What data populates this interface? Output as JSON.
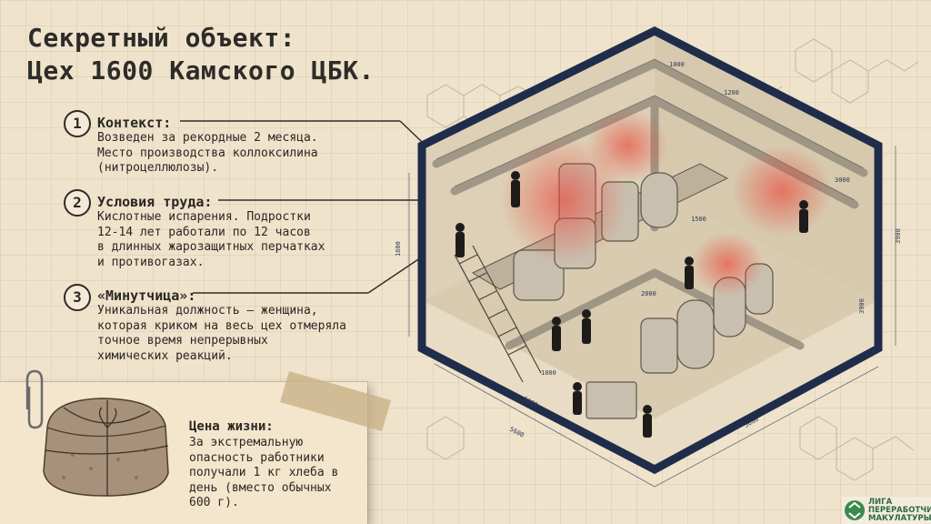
{
  "title": {
    "line1": "Секретный объект:",
    "line2": "Цех 1600 Камского ЦБК."
  },
  "sections": [
    {
      "number": "1",
      "heading": "Контекст:",
      "text": "Возведен за рекордные 2 месяца.\nМесто производства коллоксилина\n(нитроцеллюлозы)."
    },
    {
      "number": "2",
      "heading": "Условия труда:",
      "text": "Кислотные испарения. Подростки\n12-14 лет работали по 12 часов\nв длинных жарозащитных перчатках\nи противогазах."
    },
    {
      "number": "3",
      "heading": "«Минутчица»:",
      "text": "Уникальная должность — женщина,\nкоторая криком на весь цех отмеряла\nточное время непрерывных\nхимических реакций."
    }
  ],
  "note": {
    "heading": "Цена жизни:",
    "text": "За экстремальную\nопасность работники\nполучали 1 кг хлеба в\nдень (вместо обычных\n600 г)."
  },
  "logo": {
    "text": "ЛИГА\nПЕРЕРАБОТЧИКОВ\nМАКУЛАТУРЫ"
  },
  "dimensions": {
    "d1": "1600",
    "d2": "1000",
    "d3": "5600",
    "d4": "3900",
    "d5": "1200",
    "d6": "3000",
    "d7": "1500",
    "d8": "2000",
    "d9": "1000",
    "d10": "5600",
    "d11": "5600",
    "d12": "3900"
  },
  "colors": {
    "frame": "#1f2d4a",
    "danger_glow": "#e9473a",
    "ink": "#2e2c29",
    "logo": "#2f6b3e"
  }
}
